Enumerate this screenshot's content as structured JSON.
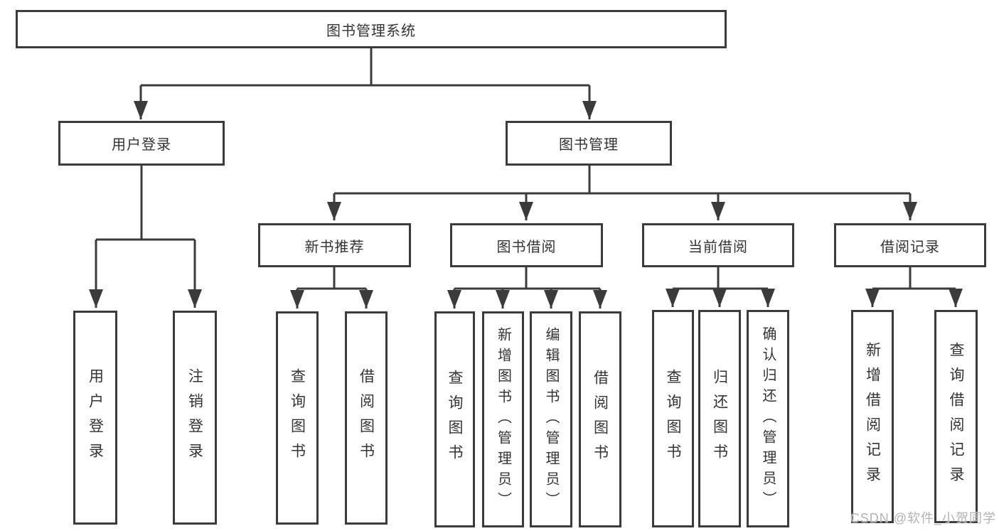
{
  "diagram_type": "hierarchy-tree",
  "tree": {
    "label": "图书管理系统",
    "children": [
      {
        "label": "用户登录",
        "children": [
          {
            "label": "用户登录"
          },
          {
            "label": "注销登录"
          }
        ]
      },
      {
        "label": "图书管理",
        "children": [
          {
            "label": "新书推荐",
            "children": [
              {
                "label": "查询图书"
              },
              {
                "label": "借阅图书"
              }
            ]
          },
          {
            "label": "图书借阅",
            "children": [
              {
                "label": "查询图书"
              },
              {
                "label": "新增图书（管理员）"
              },
              {
                "label": "编辑图书（管理员）"
              },
              {
                "label": "借阅图书"
              }
            ]
          },
          {
            "label": "当前借阅",
            "children": [
              {
                "label": "查询图书"
              },
              {
                "label": "归还图书"
              },
              {
                "label": "确认归还（管理员）"
              }
            ]
          },
          {
            "label": "借阅记录",
            "children": [
              {
                "label": "新增借阅记录"
              },
              {
                "label": "查询借阅记录"
              }
            ]
          }
        ]
      }
    ]
  },
  "watermark": "CSDN @软件_小贺同学",
  "colors": {
    "line": "#3b3b3b",
    "box_border": "#3b3b3b",
    "text": "#333333",
    "watermark": "#b3b3b3",
    "background": "#ffffff"
  }
}
